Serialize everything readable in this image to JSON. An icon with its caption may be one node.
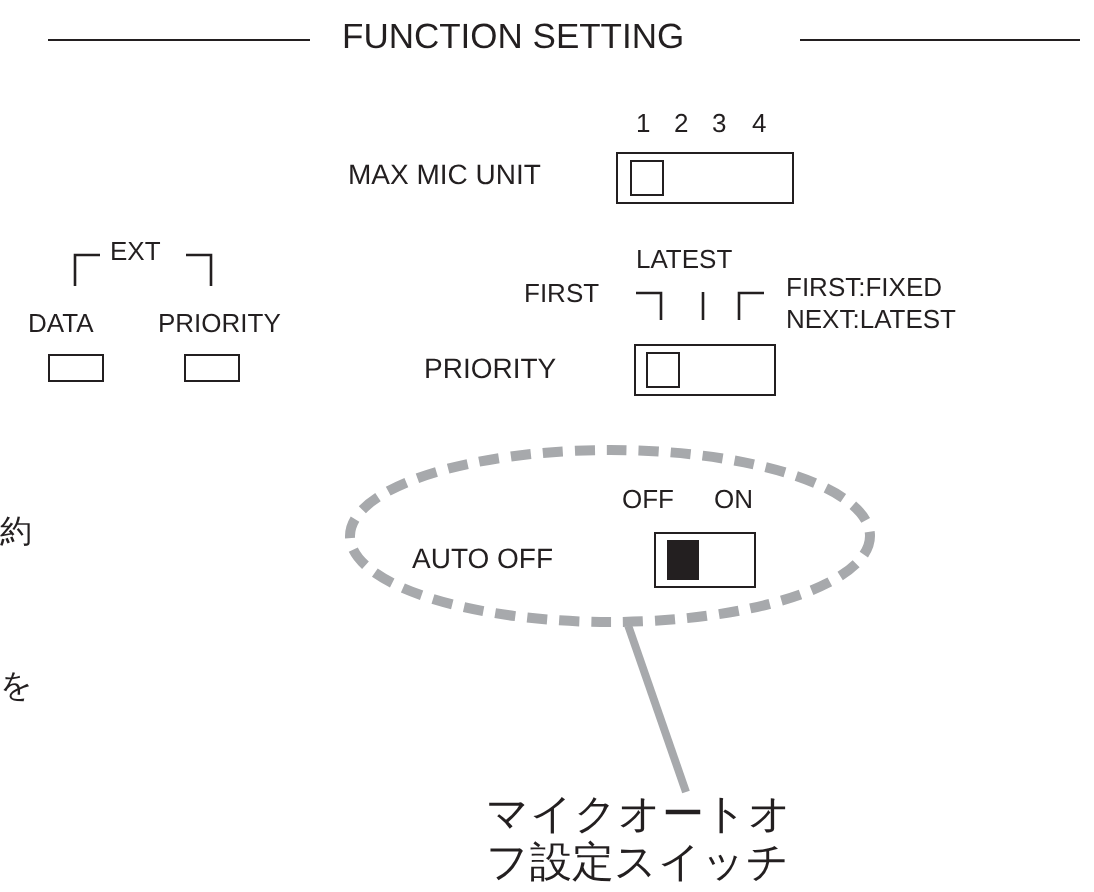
{
  "diagram": {
    "title": "FUNCTION SETTING",
    "nodes": [
      {
        "text": [],
        "shape": "circle"
      },
      {
        "text": [
          "マイクオートオフ設定スイッチ"
        ]
      }
    ],
    "edges": [
      {
        "from": 1,
        "to": 0,
        "arrow": "none"
      }
    ],
    "labels": [
      "1",
      "2",
      "3",
      "4",
      "MAX MIC UNIT",
      "EXT",
      "LATEST",
      "FIRST",
      "FIRST:FIXED NEXT:LATEST",
      "DATA",
      "PRIORITY",
      "PRIORITY",
      "約",
      "OFF",
      "ON",
      "AUTO OFF",
      "を"
    ]
  }
}
